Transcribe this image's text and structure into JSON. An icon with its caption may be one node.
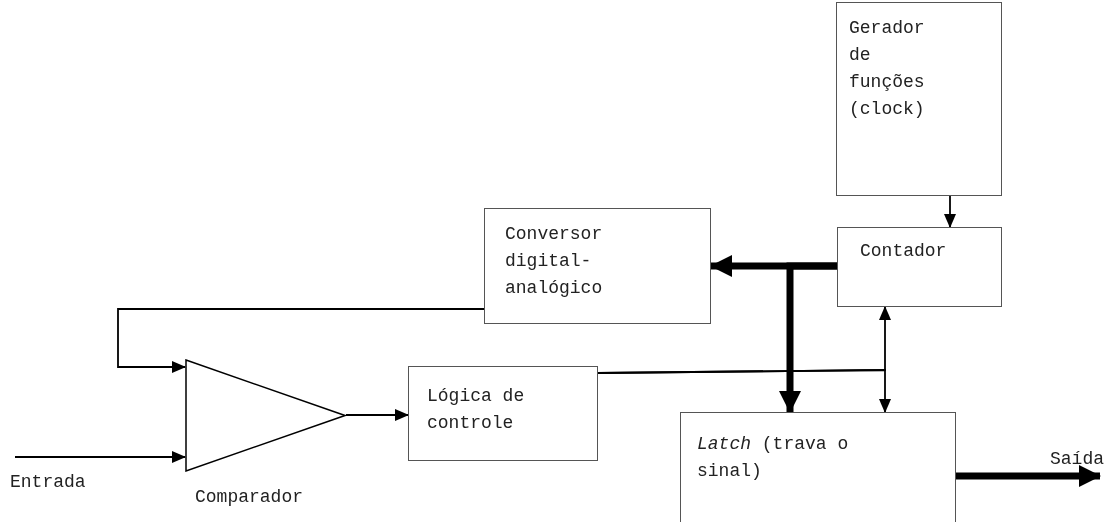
{
  "diagram": {
    "nodes": [
      {
        "text": [
          "Gerador de funções (clock)"
        ]
      },
      {
        "text": [
          "Contador"
        ]
      },
      {
        "text": [
          "Conversor digital-analógico"
        ]
      },
      {
        "text": [],
        "shape": "triangle",
        "beside": [
          "Comparador"
        ]
      },
      {
        "text": [
          "Lógica de controle"
        ]
      },
      {
        "text": [
          "*Latch* (trava o sinal)"
        ]
      },
      {
        "text": [
          "Entrada"
        ]
      },
      {
        "text": [
          "Saída"
        ]
      }
    ],
    "edges": [
      {
        "from": 0,
        "to": 1,
        "arrow": "to"
      },
      {
        "from": 1,
        "to": 2,
        "arrow": "to",
        "style": "thick"
      },
      {
        "from": 1,
        "to": 5,
        "arrow": "to",
        "style": "thick"
      },
      {
        "from": 2,
        "to": 3,
        "arrow": "to"
      },
      {
        "from": 6,
        "to": 3,
        "arrow": "to"
      },
      {
        "from": 3,
        "to": 4,
        "arrow": "to"
      },
      {
        "from": 4,
        "to": 1,
        "arrow": "to"
      },
      {
        "from": 4,
        "to": 5,
        "arrow": "to"
      },
      {
        "from": 5,
        "to": 7,
        "arrow": "to",
        "style": "thick"
      }
    ]
  }
}
